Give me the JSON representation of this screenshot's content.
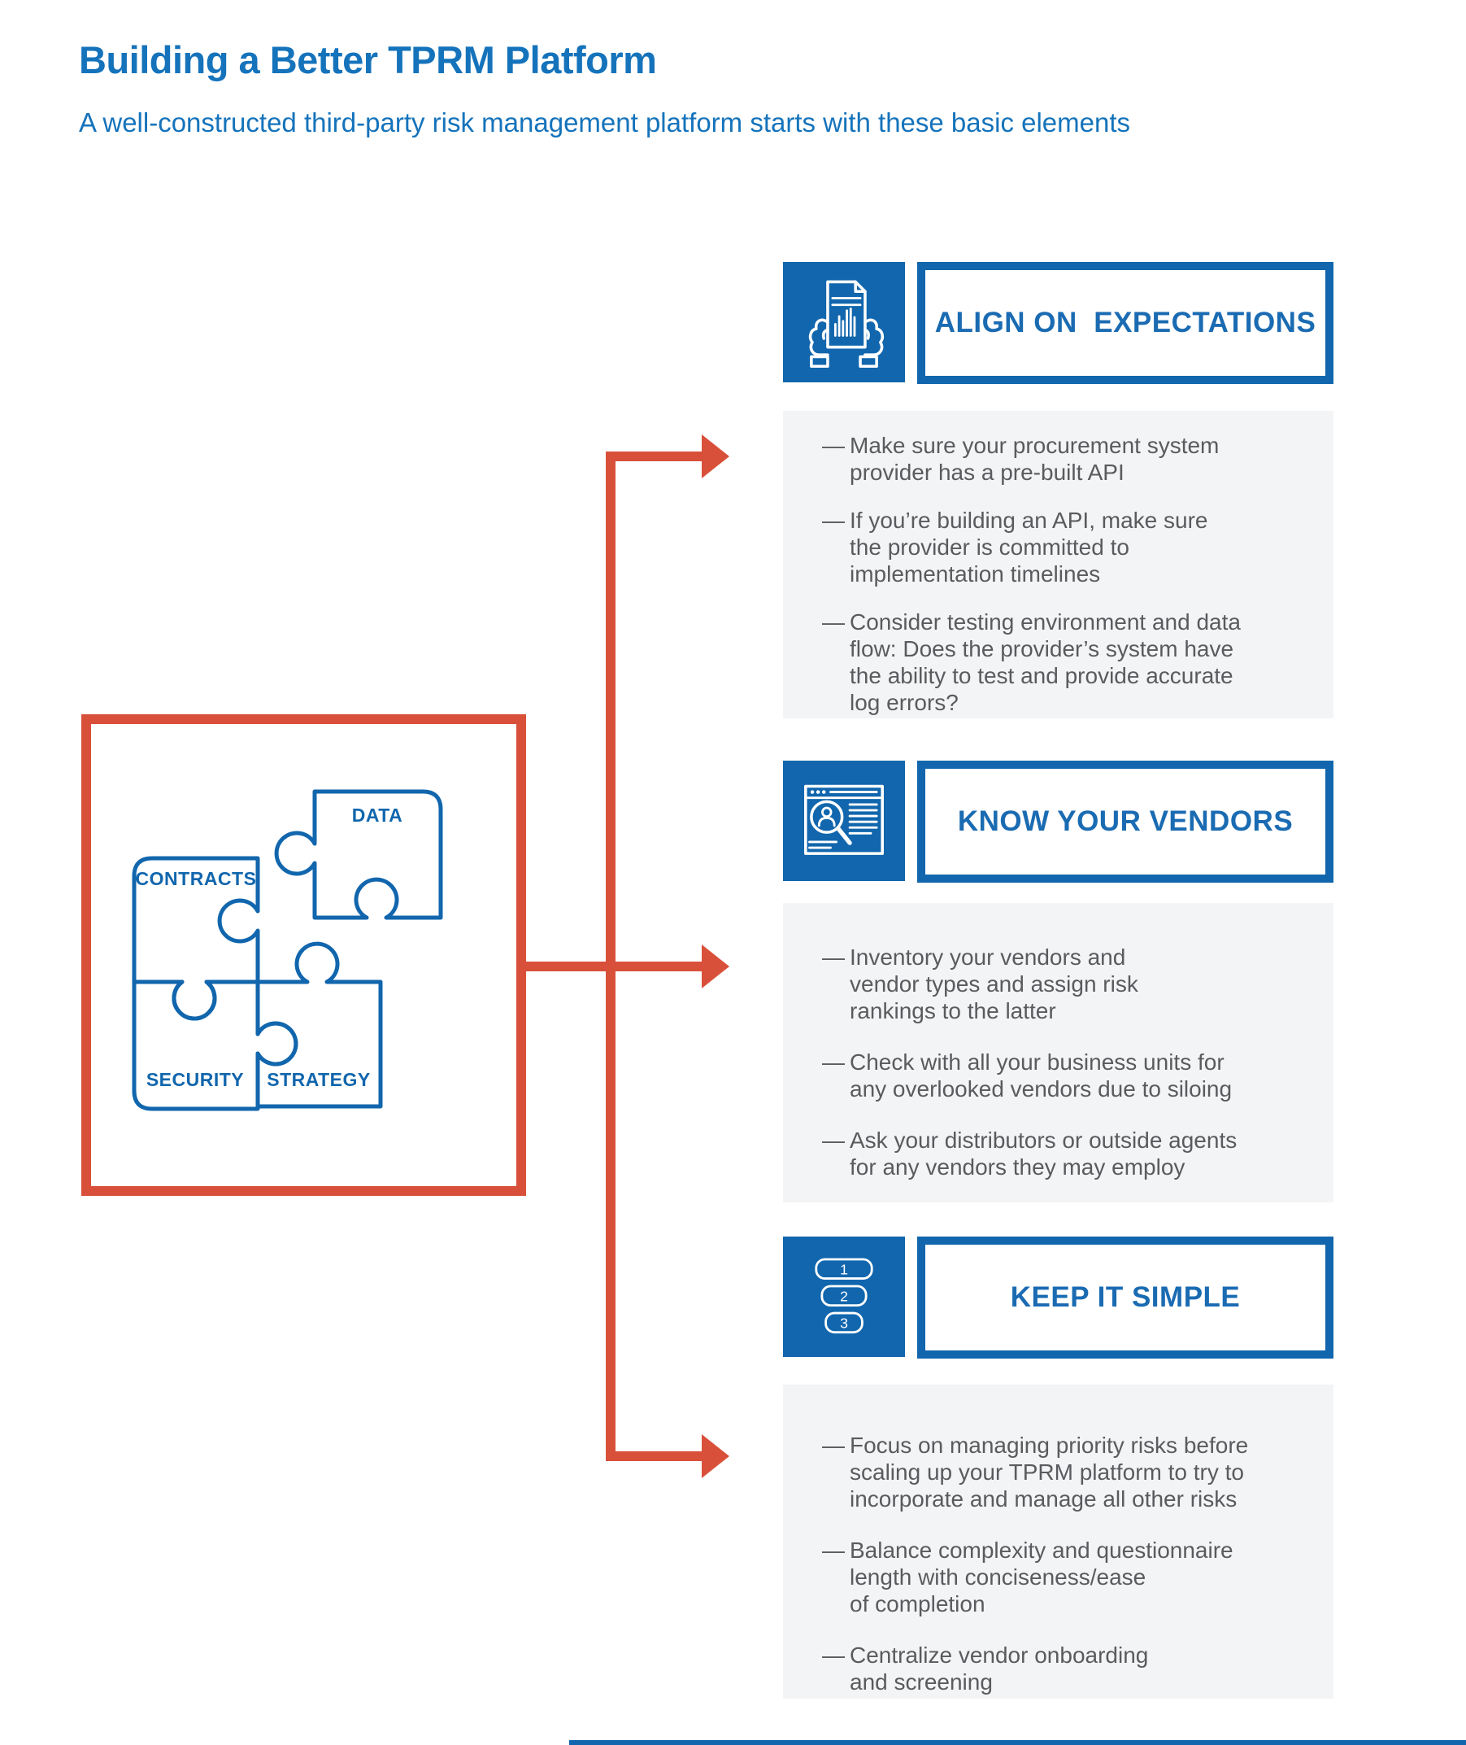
{
  "header": {
    "title": "Building a Better TPRM Platform",
    "subtitle": "A well-constructed third-party risk management platform starts with these basic elements"
  },
  "colors": {
    "primary_blue": "#1166ad",
    "title_blue": "#1573bb",
    "header_text_blue": "#1a6bb2",
    "accent_red": "#d9503a",
    "panel_gray": "#f3f4f5",
    "bullet_text_gray": "#595b5e"
  },
  "dash": "—",
  "puzzle": {
    "pieces": [
      {
        "label": "DATA"
      },
      {
        "label": "CONTRACTS"
      },
      {
        "label": "SECURITY"
      },
      {
        "label": "STRATEGY"
      }
    ]
  },
  "sections": [
    {
      "title": "ALIGN ON  EXPECTATIONS",
      "icon": "document-in-hands-icon",
      "bullets": [
        "Make sure your procurement system\nprovider has a pre-built API",
        "If you’re building an API, make sure\nthe provider is committed to\nimplementation timelines",
        "Consider testing environment and data\nflow: Does the provider’s system have\nthe ability to test and provide accurate\nlog errors?"
      ]
    },
    {
      "title": "KNOW YOUR VENDORS",
      "icon": "vendor-search-icon",
      "bullets": [
        "Inventory your vendors and\nvendor types and assign risk\nrankings to the latter",
        "Check with all your business units for\nany overlooked vendors due to siloing",
        "Ask your distributors or outside agents\nfor any vendors they may employ"
      ]
    },
    {
      "title": "KEEP IT SIMPLE",
      "icon": "numbered-steps-icon",
      "steps": [
        "1",
        "2",
        "3"
      ],
      "bullets": [
        "Focus on managing priority risks before\nscaling up your TPRM platform to try to\nincorporate and manage all other risks",
        "Balance complexity and questionnaire\nlength with conciseness/ease\nof completion",
        "Centralize vendor onboarding\nand screening"
      ]
    }
  ]
}
